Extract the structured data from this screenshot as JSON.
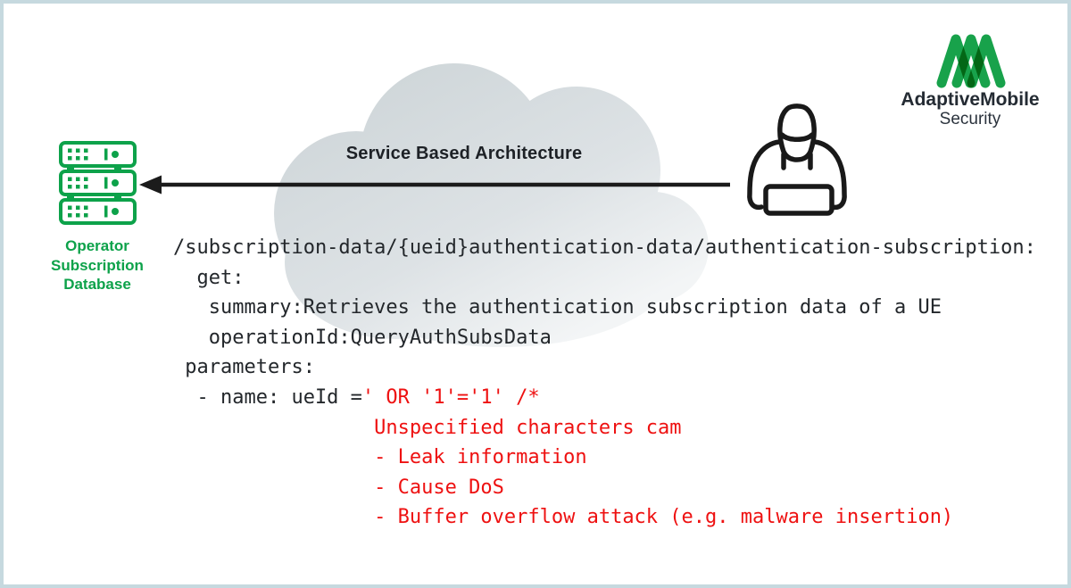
{
  "theme": {
    "green": "#0da24a",
    "logo_green": "#18a24b",
    "red": "#ee1111",
    "ink": "#1d2126",
    "code_ink": "#23272b",
    "arrow_black": "#1b1b1b",
    "cloud_dark": "#d2d9dc",
    "cloud_light": "#f1f3f4",
    "border": "#c6d9df"
  },
  "logo": {
    "brand": "AdaptiveMobile",
    "sub": "Security",
    "icon": "adaptivemobile-monogram-icon"
  },
  "database": {
    "icon": "server-stack-icon",
    "label": "Operator\nSubscription\nDatabase"
  },
  "cloud": {
    "title": "Service Based Architecture"
  },
  "attacker": {
    "icon": "hacker-with-laptop-icon"
  },
  "arrow": {
    "direction": "from attacker to database (right to left)"
  },
  "code": {
    "lines": [
      {
        "segments": [
          {
            "text": "/subscription-data/{ueid}authentication-data/authentication-subscription:"
          }
        ]
      },
      {
        "segments": [
          {
            "text": "  get:"
          }
        ]
      },
      {
        "segments": [
          {
            "text": "   summary:Retrieves the authentication subscription data of a UE"
          }
        ]
      },
      {
        "segments": [
          {
            "text": "   operationId:QueryAuthSubsData"
          }
        ]
      },
      {
        "segments": [
          {
            "text": " parameters:"
          }
        ]
      },
      {
        "segments": [
          {
            "text": "  - name: ueId ="
          },
          {
            "text": "' OR '1'='1' /*",
            "highlight": true
          }
        ]
      },
      {
        "segments": [
          {
            "text": "                 Unspecified characters cam",
            "highlight": true
          }
        ]
      },
      {
        "segments": [
          {
            "text": "                 - Leak information",
            "highlight": true
          }
        ]
      },
      {
        "segments": [
          {
            "text": "                 - Cause DoS",
            "highlight": true
          }
        ]
      },
      {
        "segments": [
          {
            "text": "                 - Buffer overflow attack (e.g. malware insertion)",
            "highlight": true
          }
        ]
      }
    ]
  }
}
